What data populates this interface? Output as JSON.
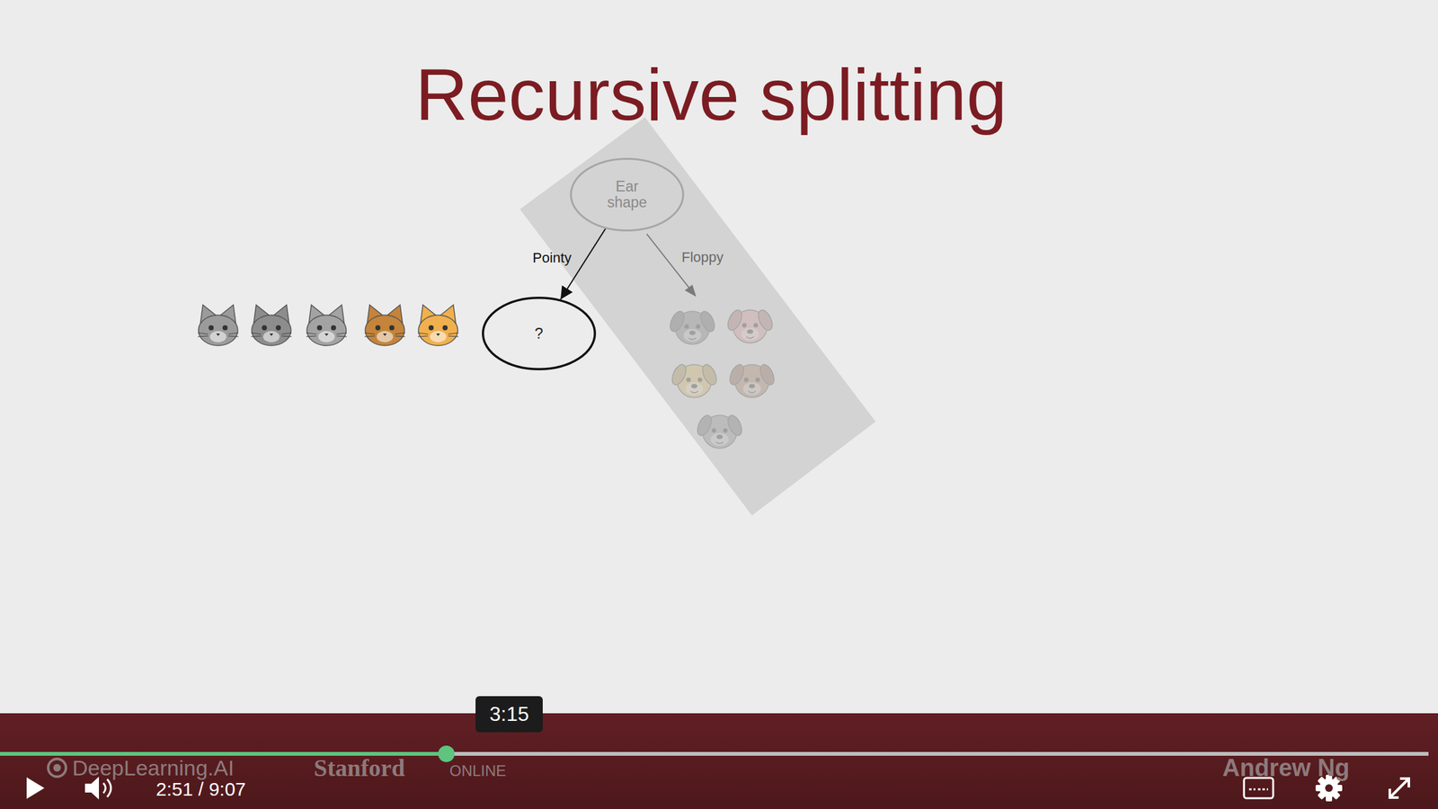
{
  "diagram": {
    "title": "Recursive splitting",
    "nodes": [
      {
        "text": [
          "Ear shape"
        ]
      },
      {
        "text": [
          "?"
        ]
      }
    ],
    "edges": [
      {
        "from": 0,
        "to": 1,
        "label": "Pointy",
        "arrow": "to"
      }
    ],
    "labels": [
      "Floppy",
      "3:15",
      "2:51 / 9:07",
      "DeepLearning.AI",
      "Stanford",
      "ONLINE",
      "Andrew Ng"
    ]
  }
}
